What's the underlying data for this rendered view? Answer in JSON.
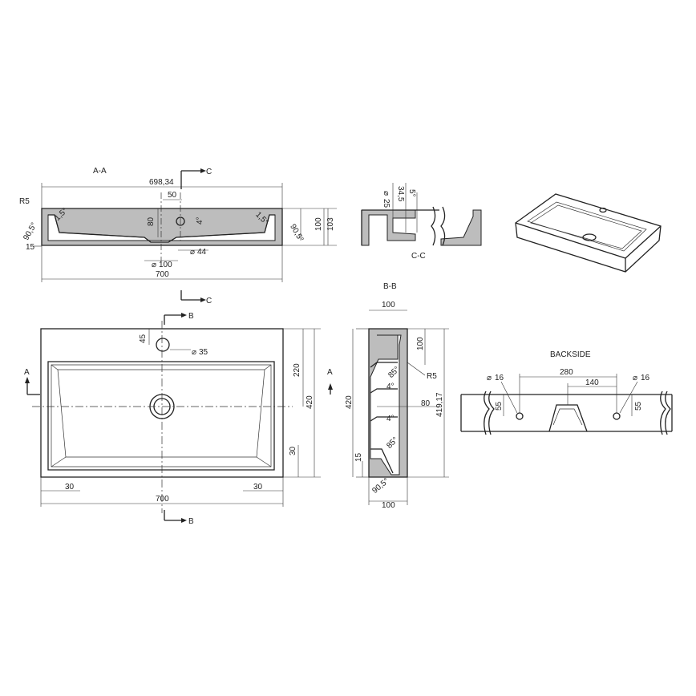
{
  "views": {
    "section_aa": {
      "title": "A-A",
      "dims": {
        "overall_top": "698,34",
        "tap_offset": "50",
        "r5": "R5",
        "angle_left": "90,5°",
        "angle_right": "90,5°",
        "angle_inner_left": "1,5°",
        "angle_inner_right": "1,5°",
        "wall_15": "15",
        "depth_80": "80",
        "slope_4": "4°",
        "height_100": "100",
        "height_103": "103",
        "drain_100": "100",
        "drain_44": "44",
        "overall_bottom": "700"
      }
    },
    "section_cc": {
      "title": "C-C",
      "dims": {
        "hole_25": "25",
        "dim_34_5": "34,5",
        "angle_5": "5°"
      }
    },
    "section_marker_c": "C",
    "section_marker_b": "B",
    "section_marker_a": "A",
    "plan": {
      "dims": {
        "tap_45": "45",
        "tap_hole_35": "35",
        "dim_220": "220",
        "dim_420": "420",
        "dim_30_right": "30",
        "dim_30_left": "30",
        "dim_30_bottom_right": "30",
        "width_700": "700"
      }
    },
    "section_bb": {
      "title": "B-B",
      "dims": {
        "top_100": "100",
        "dim_100_right": "100",
        "r5": "R5",
        "angle_85_top": "85°",
        "angle_4_a": "4°",
        "dim_80": "80",
        "angle_4_b": "4°",
        "angle_85_bottom": "85°",
        "height_420": "420",
        "height_419": "419,17",
        "dim_15": "15",
        "angle_90_5": "90,5°",
        "bottom_100": "100"
      }
    },
    "backside": {
      "title": "BACKSIDE",
      "dims": {
        "hole_left": "16",
        "hole_right": "16",
        "span_280": "280",
        "span_140": "140",
        "height_left": "55",
        "height_right": "55"
      }
    }
  },
  "symbols": {
    "diameter": "⌀"
  }
}
